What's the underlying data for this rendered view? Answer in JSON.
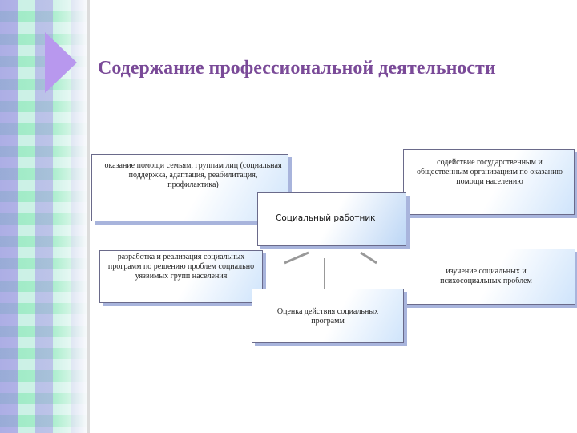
{
  "title": "Содержание профессиональной деятельности",
  "center": "Социальный работник",
  "boxes": {
    "top_left": "оказание помощи семьям, группам лиц (социальная поддержка, адаптация, реабилитация, профилактика)",
    "top_right": "содействие государственным и общественным организациям по оказанию помощи населению",
    "mid_left": "разработка и реализация социальных программ по решению проблем социально уязвимых групп населения",
    "mid_right": "изучение социальных и психосоциальных проблем",
    "bottom": "Оценка действия социальных программ"
  },
  "colors": {
    "title": "#7a4a98",
    "box_gradient_end": "#cfe4fb",
    "box_shadow": "#a8b4dc",
    "stripe_purple": "#b898ee",
    "stripe_green": "#c8f0e4"
  }
}
